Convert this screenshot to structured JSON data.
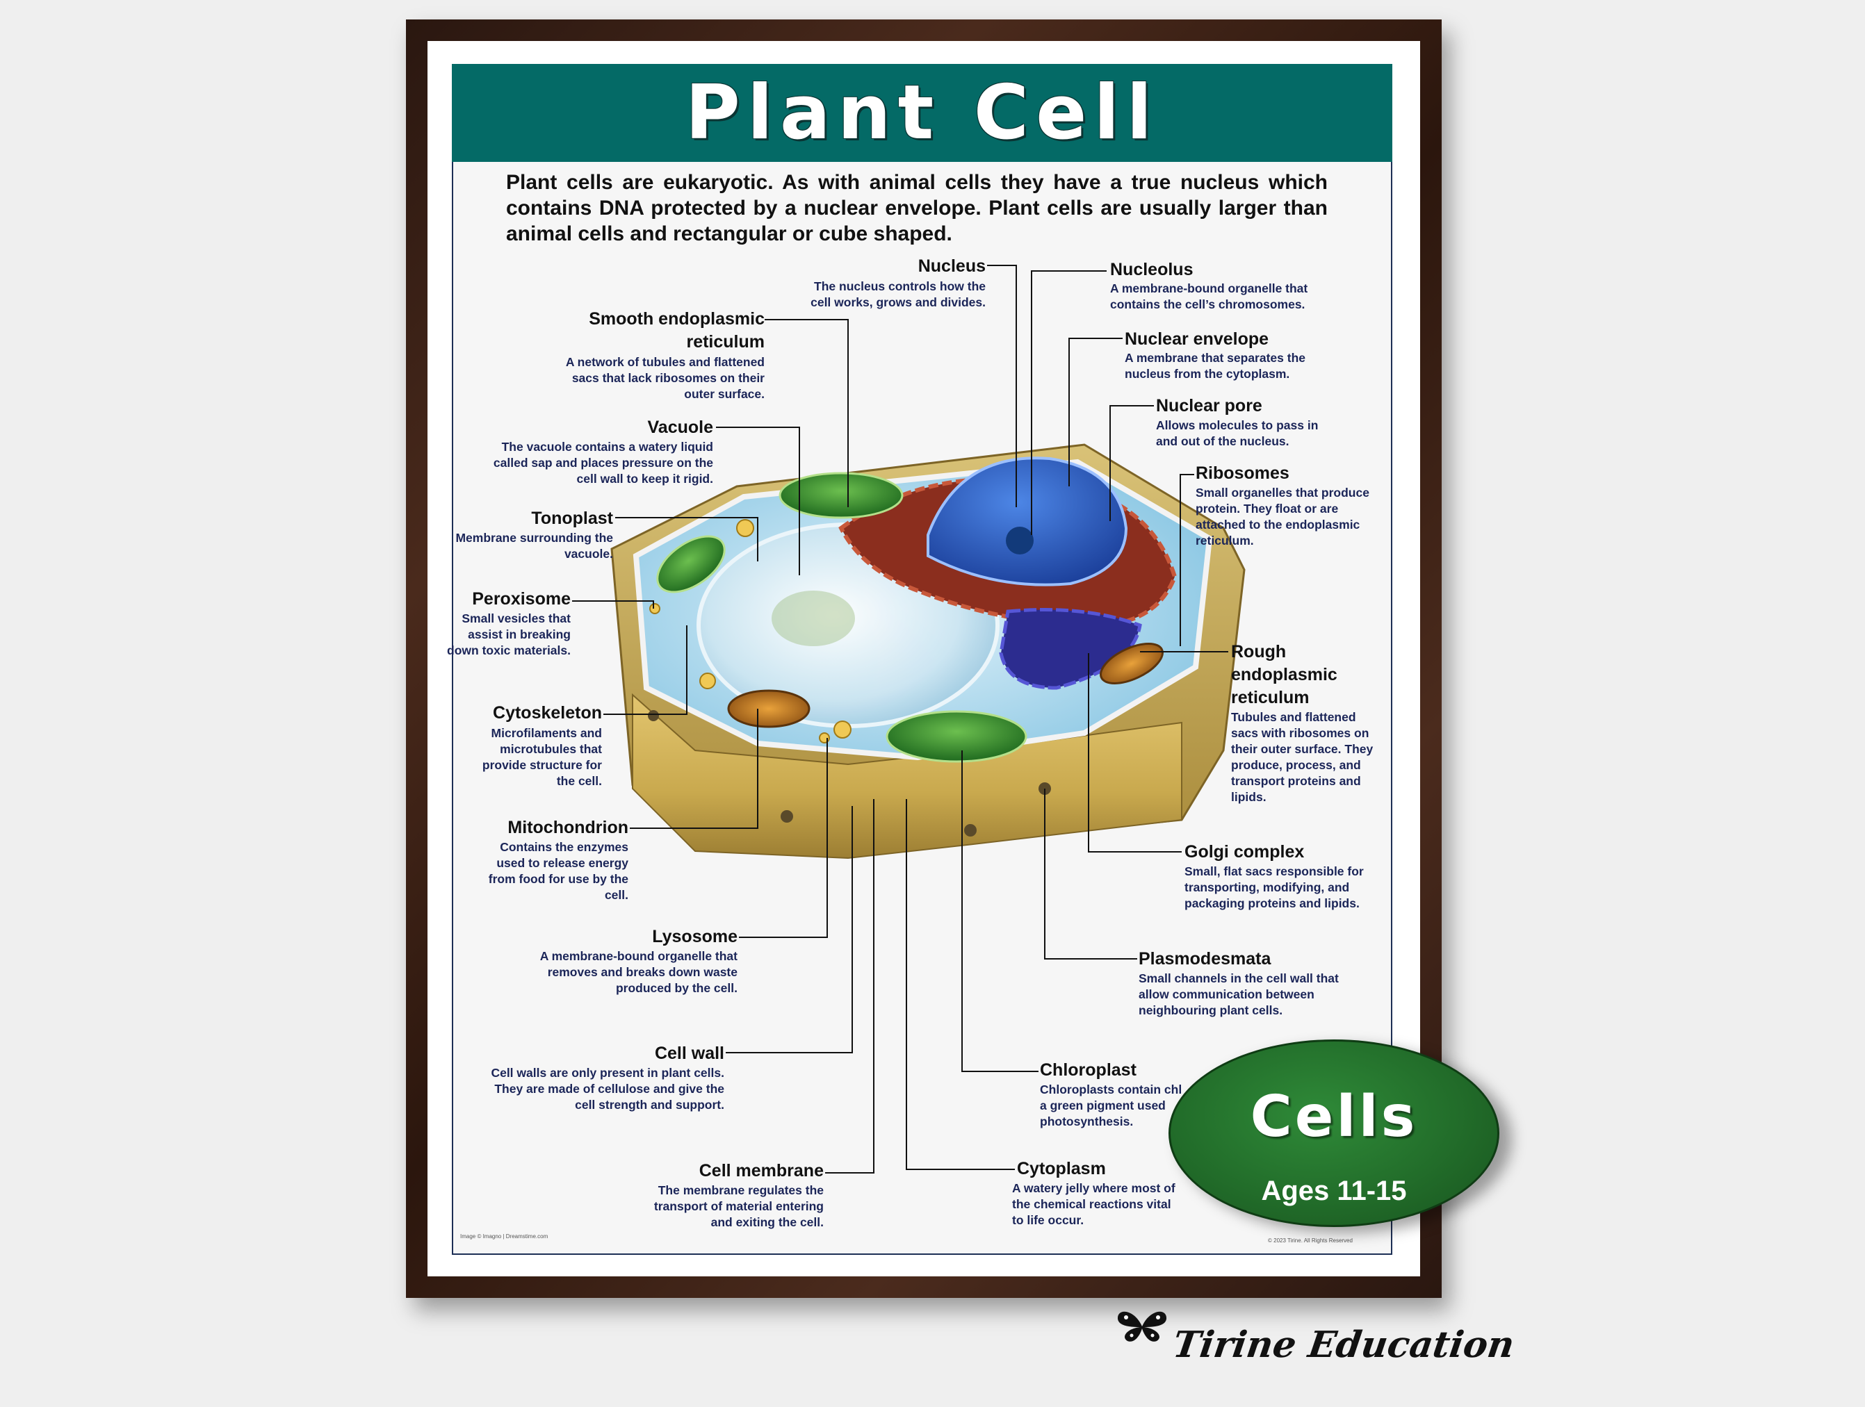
{
  "title": "Plant Cell",
  "intro": "Plant cells are eukaryotic. As with animal cells they have a true nucleus which contains DNA protected by a nuclear envelope. Plant cells are usually larger than animal cells and rectangular or cube shaped.",
  "labels": {
    "nucleus": {
      "name": "Nucleus",
      "desc": "The nucleus controls how the cell works, grows and divides."
    },
    "nucleolus": {
      "name": "Nucleolus",
      "desc": "A membrane-bound organelle that contains the cell’s chromosomes."
    },
    "smooth_er": {
      "name": "Smooth endoplasmic reticulum",
      "desc": "A network of tubules and flattened sacs that lack ribosomes on their outer surface."
    },
    "nuclear_envelope": {
      "name": "Nuclear envelope",
      "desc": "A membrane that separates the nucleus from the cytoplasm."
    },
    "nuclear_pore": {
      "name": "Nuclear pore",
      "desc": "Allows molecules to pass in and out of the nucleus."
    },
    "vacuole": {
      "name": "Vacuole",
      "desc": "The vacuole contains a watery liquid called sap and places pressure on the cell wall to keep it rigid."
    },
    "ribosomes": {
      "name": "Ribosomes",
      "desc": "Small organelles that produce protein. They float or are attached to the endoplasmic reticulum."
    },
    "tonoplast": {
      "name": "Tonoplast",
      "desc": "Membrane surrounding the vacuole."
    },
    "peroxisome": {
      "name": "Peroxisome",
      "desc": "Small vesicles that assist in breaking down toxic materials."
    },
    "rough_er": {
      "name": "Rough endoplasmic reticulum",
      "desc": "Tubules and flattened sacs with ribosomes on their outer surface. They produce, process, and transport proteins and lipids."
    },
    "cytoskeleton": {
      "name": "Cytoskeleton",
      "desc": "Microfilaments and microtubules that provide structure for the cell."
    },
    "mitochondrion": {
      "name": "Mitochondrion",
      "desc": "Contains the enzymes used to release energy from food for use by the cell."
    },
    "golgi": {
      "name": "Golgi complex",
      "desc": "Small, flat sacs responsible for transporting, modifying, and packaging proteins and lipids."
    },
    "lysosome": {
      "name": "Lysosome",
      "desc": "A membrane-bound organelle that removes and breaks down waste produced by the cell."
    },
    "plasmodesmata": {
      "name": "Plasmodesmata",
      "desc": "Small channels in the cell wall that allow communication between neighbouring plant cells."
    },
    "cell_wall": {
      "name": "Cell wall",
      "desc": "Cell walls are only present in plant cells. They are made of cellulose and give the cell strength and support."
    },
    "chloroplast": {
      "name": "Chloroplast",
      "desc": "Chloroplasts contain chl a green pigment used photosynthesis."
    },
    "cell_membrane": {
      "name": "Cell membrane",
      "desc": "The membrane regulates the transport of material entering and exiting the cell."
    },
    "cytoplasm": {
      "name": "Cytoplasm",
      "desc": "A watery jelly where most of the chemical reactions vital to life occur."
    }
  },
  "image_credit": "Image © Imagno | Dreamstime.com",
  "copyright": "© 2023 Tirine. All Rights Reserved",
  "badge": {
    "title": "Cells",
    "subtitle": "Ages 11-15"
  },
  "brand": "Tirine Education",
  "colors": {
    "banner": "#046a66",
    "badge": "#226d2a",
    "frame": "#3a2116",
    "desc_text": "#1b2558"
  }
}
